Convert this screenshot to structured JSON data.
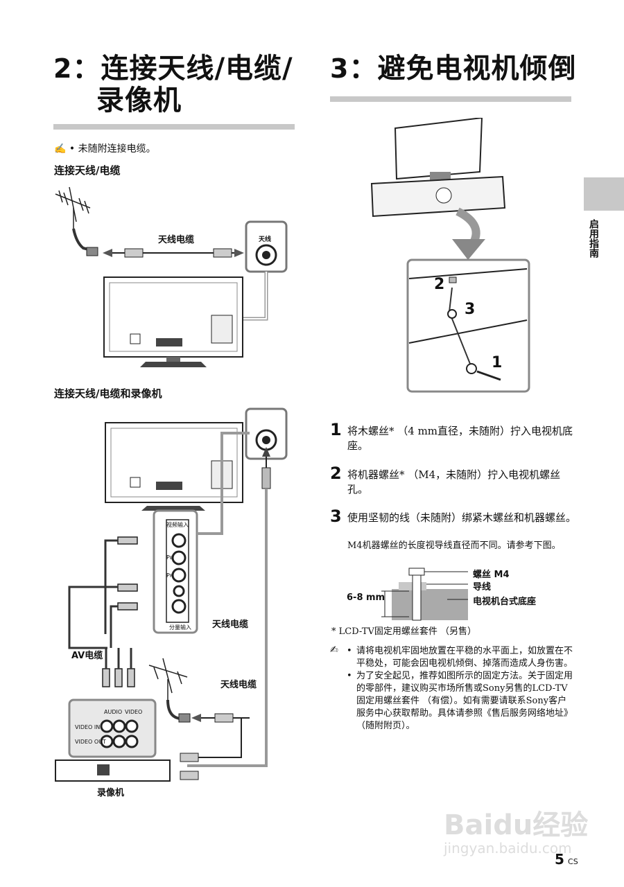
{
  "section2": {
    "number": "2",
    "title_line1": "连接天线/电缆/",
    "title_line2": "录像机",
    "note": "未随附连接电缆。",
    "sub1": "连接天线/电缆",
    "sub2": "连接天线/电缆和录像机",
    "antenna_cable": "天线电缆",
    "antenna_port": "天线",
    "av_cable": "AV电缆",
    "vcr": "录像机",
    "panel_top": "视频输入",
    "panel_bottom": "分量输入",
    "pb": "Pʙ",
    "pr": "Pʀ",
    "audio_label": "AUDIO",
    "video_label": "VIDEO",
    "video_in": "VIDEO IN",
    "video_out": "VIDEO OUT"
  },
  "section3": {
    "number": "3",
    "title": "避免电视机倾倒",
    "steps": [
      {
        "num": "1",
        "text": "将木螺丝* （4 mm直径，未随附）拧入电视机底座。"
      },
      {
        "num": "2",
        "text": "将机器螺丝* （M4，未随附）拧入电视机螺丝孔。"
      },
      {
        "num": "3",
        "text": "使用坚韧的线（未随附）绑紧木螺丝和机器螺丝。",
        "sub": "M4机器螺丝的长度视导线直径而不同。请参考下图。"
      }
    ],
    "screw_label": "螺丝 M4",
    "wire_label": "导线",
    "base_label": "电视机台式底座",
    "dim_label": "6-8 mm",
    "footnote": "*  LCD-TV固定用螺丝套件 （另售）",
    "notes": [
      "请将电视机牢固地放置在平稳的水平面上，如放置在不平稳处，可能会因电视机倾倒、掉落而造成人身伤害。",
      "为了安全起见，推荐如图所示的固定方法。关于固定用的零部件，建议购买市场所售或Sony另售的LCD-TV固定用螺丝套件 （有偿）。如有需要请联系Sony客户服务中心获取帮助。具体请参照《售后服务网络地址》（随附附页）。"
    ],
    "callouts": [
      "2",
      "3",
      "1"
    ]
  },
  "side_tab": "启用指南",
  "page": {
    "number": "5",
    "suffix": "CS"
  },
  "watermark": {
    "brand": "Baidu经验",
    "url": "jingyan.baidu.com"
  }
}
